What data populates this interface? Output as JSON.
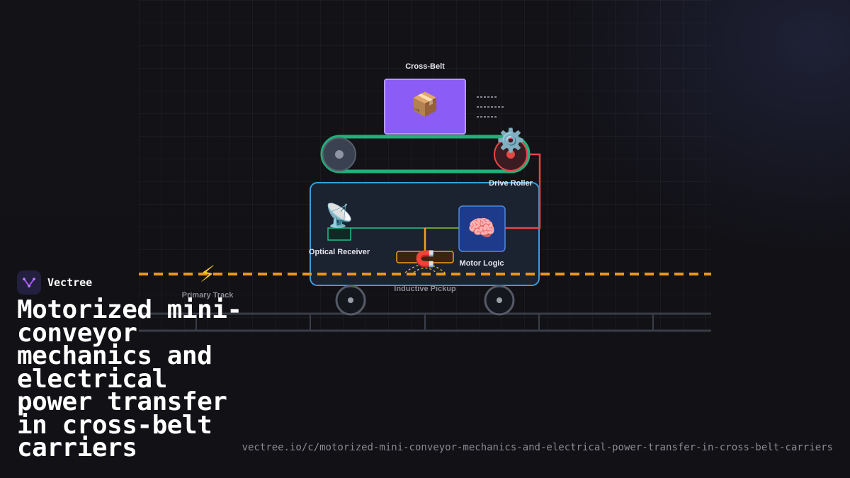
{
  "brand": {
    "name": "Vectree"
  },
  "title": "Motorized mini-conveyor mechanics and electrical power transfer in cross-belt carriers",
  "url": "vectree.io/c/motorized-mini-conveyor-mechanics-and-electrical-power-transfer-in-cross-belt-carriers",
  "diagram": {
    "labels": {
      "cross_belt": "Cross-Belt",
      "drive_roller": "Drive Roller",
      "optical_receiver": "Optical Receiver",
      "motor_logic": "Motor Logic",
      "inductive_pickup": "Inductive Pickup",
      "primary_track": "Primary Track"
    },
    "icons": {
      "package": "📦",
      "gear": "⚙️",
      "antenna": "📡",
      "brain": "🧠",
      "magnet": "🧲",
      "lightning": "⚡"
    },
    "colors": {
      "belt": "#22b07a",
      "package_box": "#8b5cf6",
      "carrier_border": "#3b9ed9",
      "motor_box": "#1e3a8a",
      "power_wire": "#e84545",
      "signal_wire": "#1f9e6e",
      "track": "#e8961c",
      "pickup": "#f0a020"
    }
  }
}
